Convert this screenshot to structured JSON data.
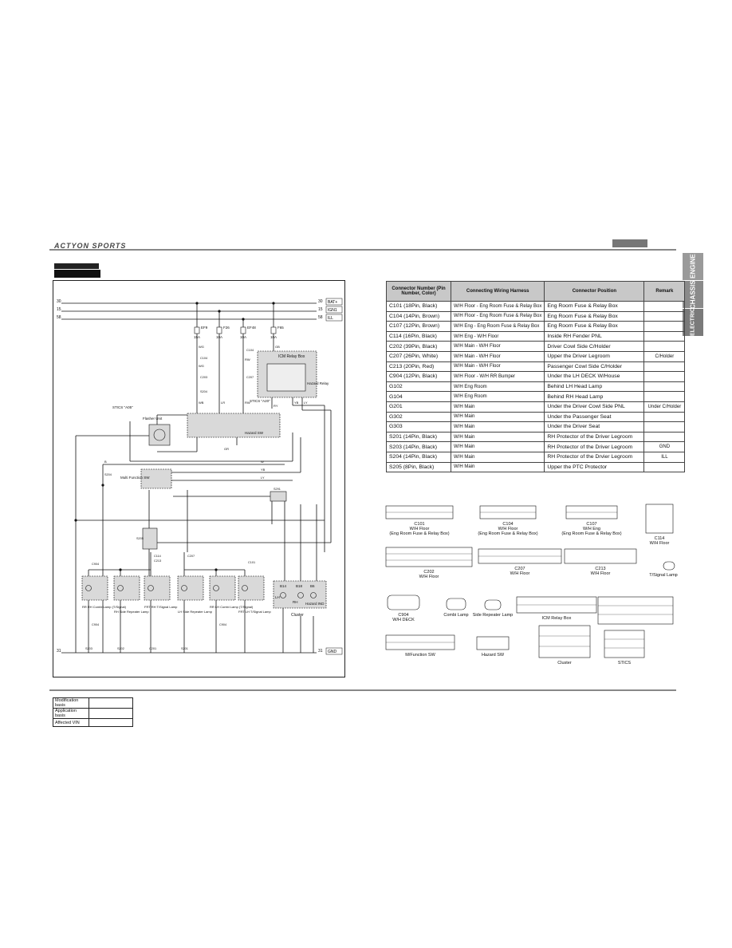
{
  "header": {
    "logo": "ACTYON SPORTS"
  },
  "side_tabs": [
    "ENGINE",
    "CHASSIS",
    "ELECTRIC"
  ],
  "diagram": {
    "rails": {
      "bat": "BAT+",
      "ign": "IGN1",
      "ill": "ILL",
      "gnd": "GND",
      "n30": "30",
      "n15": "15",
      "n58": "58",
      "n31": "31"
    },
    "fuses": [
      {
        "id": "EF9",
        "amp": "15A"
      },
      {
        "id": "F26",
        "amp": "10A"
      },
      {
        "id": "EF48",
        "amp": "10A"
      },
      {
        "id": "F65",
        "amp": "10A"
      }
    ],
    "icm_relay_box": "ICM Relay Box",
    "hazard_relay": "Hazard Relay",
    "flasher_unit": "Flasher Unit",
    "hazard_sw": "Hazard SW",
    "multi_function_sw": "Multi Function SW",
    "stics_a": "STICS \"A05\"",
    "stics_b": "STICS \"A20\"",
    "cluster": "Cluster",
    "lamps": [
      {
        "name": "RR RH Combi Lamp (T/Signal)"
      },
      {
        "name": "RH Side Repeater Lamp"
      },
      {
        "name": "FRT RH T/Signal Lamp"
      },
      {
        "name": "LH Side Repeater Lamp"
      },
      {
        "name": "RR LH Combi Lamp (T/Signal)"
      },
      {
        "name": "FRT LH T/Signal Lamp"
      }
    ],
    "wire_colors": [
      "WG",
      "WG",
      "WB",
      "LR",
      "RW",
      "RW",
      "GB",
      "RY",
      "YB",
      "LY",
      "W",
      "B",
      "YB",
      "LY",
      "GR"
    ],
    "connectors": [
      "C104",
      "C203",
      "S204",
      "C104",
      "C207",
      "C213",
      "C114",
      "C207",
      "C101",
      "C904",
      "C904",
      "C904",
      "S205",
      "S201",
      "S202",
      "S203",
      "S291",
      "C201",
      "S204"
    ],
    "cluster_pins": [
      "B14",
      "B18",
      "B6"
    ],
    "cluster_labels": [
      "LH",
      "RH",
      "Hazard IND"
    ]
  },
  "connector_table": {
    "headers": [
      "Connector Number (Pin Number, Color)",
      "Connecting Wiring Harness",
      "Connector Position",
      "Remark"
    ],
    "rows": [
      [
        "C101 (18Pin, Black)",
        "W/H Floor - Eng Room Fuse & Relay Box",
        "Eng Room Fuse & Relay Box",
        ""
      ],
      [
        "C104 (14Pin, Brown)",
        "W/H Floor - Eng Room Fuse & Relay Box",
        "Eng Room Fuse & Relay Box",
        ""
      ],
      [
        "C107 (12Pin, Brown)",
        "W/H Eng - Eng Room Fuse & Relay Box",
        "Eng Room Fuse & Relay Box",
        ""
      ],
      [
        "C114 (16Pin, Black)",
        "W/H Eng - W/H Floor",
        "Inside RH Fender PNL",
        ""
      ],
      [
        "C202 (39Pin, Black)",
        "W/H Main - W/H Floor",
        "Driver Cowl Side C/Holder",
        ""
      ],
      [
        "C207 (26Pin, White)",
        "W/H Main - W/H Floor",
        "Upper the Driver Legroom",
        "C/Holder"
      ],
      [
        "C213 (20Pin, Red)",
        "W/H Main - W/H Floor",
        "Passenger Cowl Side C/Holder",
        ""
      ],
      [
        "C904 (12Pin, Black)",
        "W/H Floor - W/H RR Bumper",
        "Under the LH DECK W/House",
        ""
      ],
      [
        "G102",
        "W/H Eng Room",
        "Behind LH Head Lamp",
        ""
      ],
      [
        "G104",
        "W/H Eng Room",
        "Behind RH Head Lamp",
        ""
      ],
      [
        "G201",
        "W/H Main",
        "Under the Driver Cowl Side PNL",
        "Under C/Holder"
      ],
      [
        "G302",
        "W/H Main",
        "Under the Passenger Seat",
        ""
      ],
      [
        "G303",
        "W/H Main",
        "Under the Driver Seat",
        ""
      ],
      [
        "S201 (14Pin, Black)",
        "W/H Main",
        "RH Protector of the Driver Legroom",
        ""
      ],
      [
        "S203 (14Pin, Black)",
        "W/H Main",
        "RH Protector of the Driver Legroom",
        "GND"
      ],
      [
        "S204 (14Pin, Black)",
        "W/H Main",
        "RH Protector of the Drvier Legroom",
        "ILL"
      ],
      [
        "S205 (8Pin, Black)",
        "W/H Main",
        "Upper the PTC Protector",
        ""
      ]
    ]
  },
  "connector_views": [
    {
      "name": "C101",
      "sub": "W/H Floor",
      "sub2": "(Eng Room Fuse & Relay Box)"
    },
    {
      "name": "C104",
      "sub": "W/H Floor",
      "sub2": "(Eng Room Fuse & Relay Box)"
    },
    {
      "name": "C107",
      "sub": "W/H Eng",
      "sub2": "(Eng Room Fuse & Relay Box)"
    },
    {
      "name": "C114",
      "sub": "W/H Floor",
      "sub2": ""
    },
    {
      "name": "C202",
      "sub": "W/H Floor",
      "sub2": ""
    },
    {
      "name": "C207",
      "sub": "W/H Floor",
      "sub2": ""
    },
    {
      "name": "C213",
      "sub": "W/H Floor",
      "sub2": ""
    },
    {
      "name": "T/Signal Lamp",
      "sub": "",
      "sub2": ""
    },
    {
      "name": "C904",
      "sub": "W/H DECK",
      "sub2": ""
    },
    {
      "name": "Combi Lamp",
      "sub": "",
      "sub2": ""
    },
    {
      "name": "Side Repeater Lamp",
      "sub": "",
      "sub2": ""
    },
    {
      "name": "ICM Relay Box",
      "sub": "",
      "sub2": ""
    },
    {
      "name": "M/Function SW",
      "sub": "",
      "sub2": ""
    },
    {
      "name": "Hazard SW",
      "sub": "",
      "sub2": ""
    },
    {
      "name": "Cluster",
      "sub": "",
      "sub2": ""
    },
    {
      "name": "STICS",
      "sub": "",
      "sub2": ""
    }
  ],
  "info_table": {
    "rows": [
      {
        "label": "Modification basis",
        "value": ""
      },
      {
        "label": "Application basis",
        "value": ""
      },
      {
        "label": "Affected VIN",
        "value": ""
      }
    ]
  }
}
